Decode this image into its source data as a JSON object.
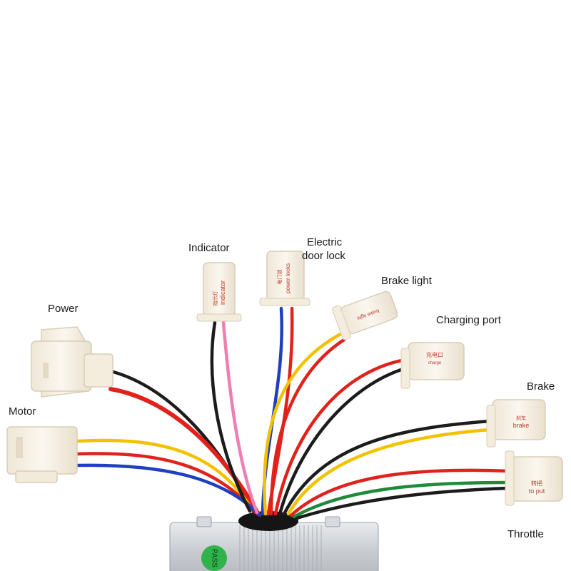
{
  "labels": {
    "power": "Power",
    "motor": "Motor",
    "indicator": "Indicator",
    "door_lock_line1": "Electric",
    "door_lock_line2": "door lock",
    "brake_light": "Brake light",
    "charging_port": "Charging port",
    "brake": "Brake",
    "throttle": "Throttle"
  },
  "connector_print": {
    "indicator_cn": "指示灯",
    "indicator_en": "indicator",
    "door_lock_cn": "电门锁",
    "door_lock_en": "power locks",
    "brake_light_en": "brake light",
    "charge_cn": "充电口",
    "charge_en": "charge",
    "brake_cn": "刹车",
    "brake_en": "brake",
    "throttle_cn": "转把",
    "throttle_en": "to put"
  },
  "controller": {
    "sticker": "PASS"
  },
  "colors": {
    "background": "#ffffff",
    "connector_body": "#f7f1e6",
    "connector_edge": "#d8cdb8",
    "wire_red": "#e0221b",
    "wire_black": "#1c1c1c",
    "wire_yellow": "#f2c200",
    "wire_blue": "#1f3fbf",
    "wire_pink": "#ee7fb3",
    "wire_green": "#1f8a3a",
    "housing_silver": "#cfd2d6",
    "sticker_green": "#2fb34a",
    "label_text": "#1a1a1a",
    "print_red": "#c0392b"
  }
}
